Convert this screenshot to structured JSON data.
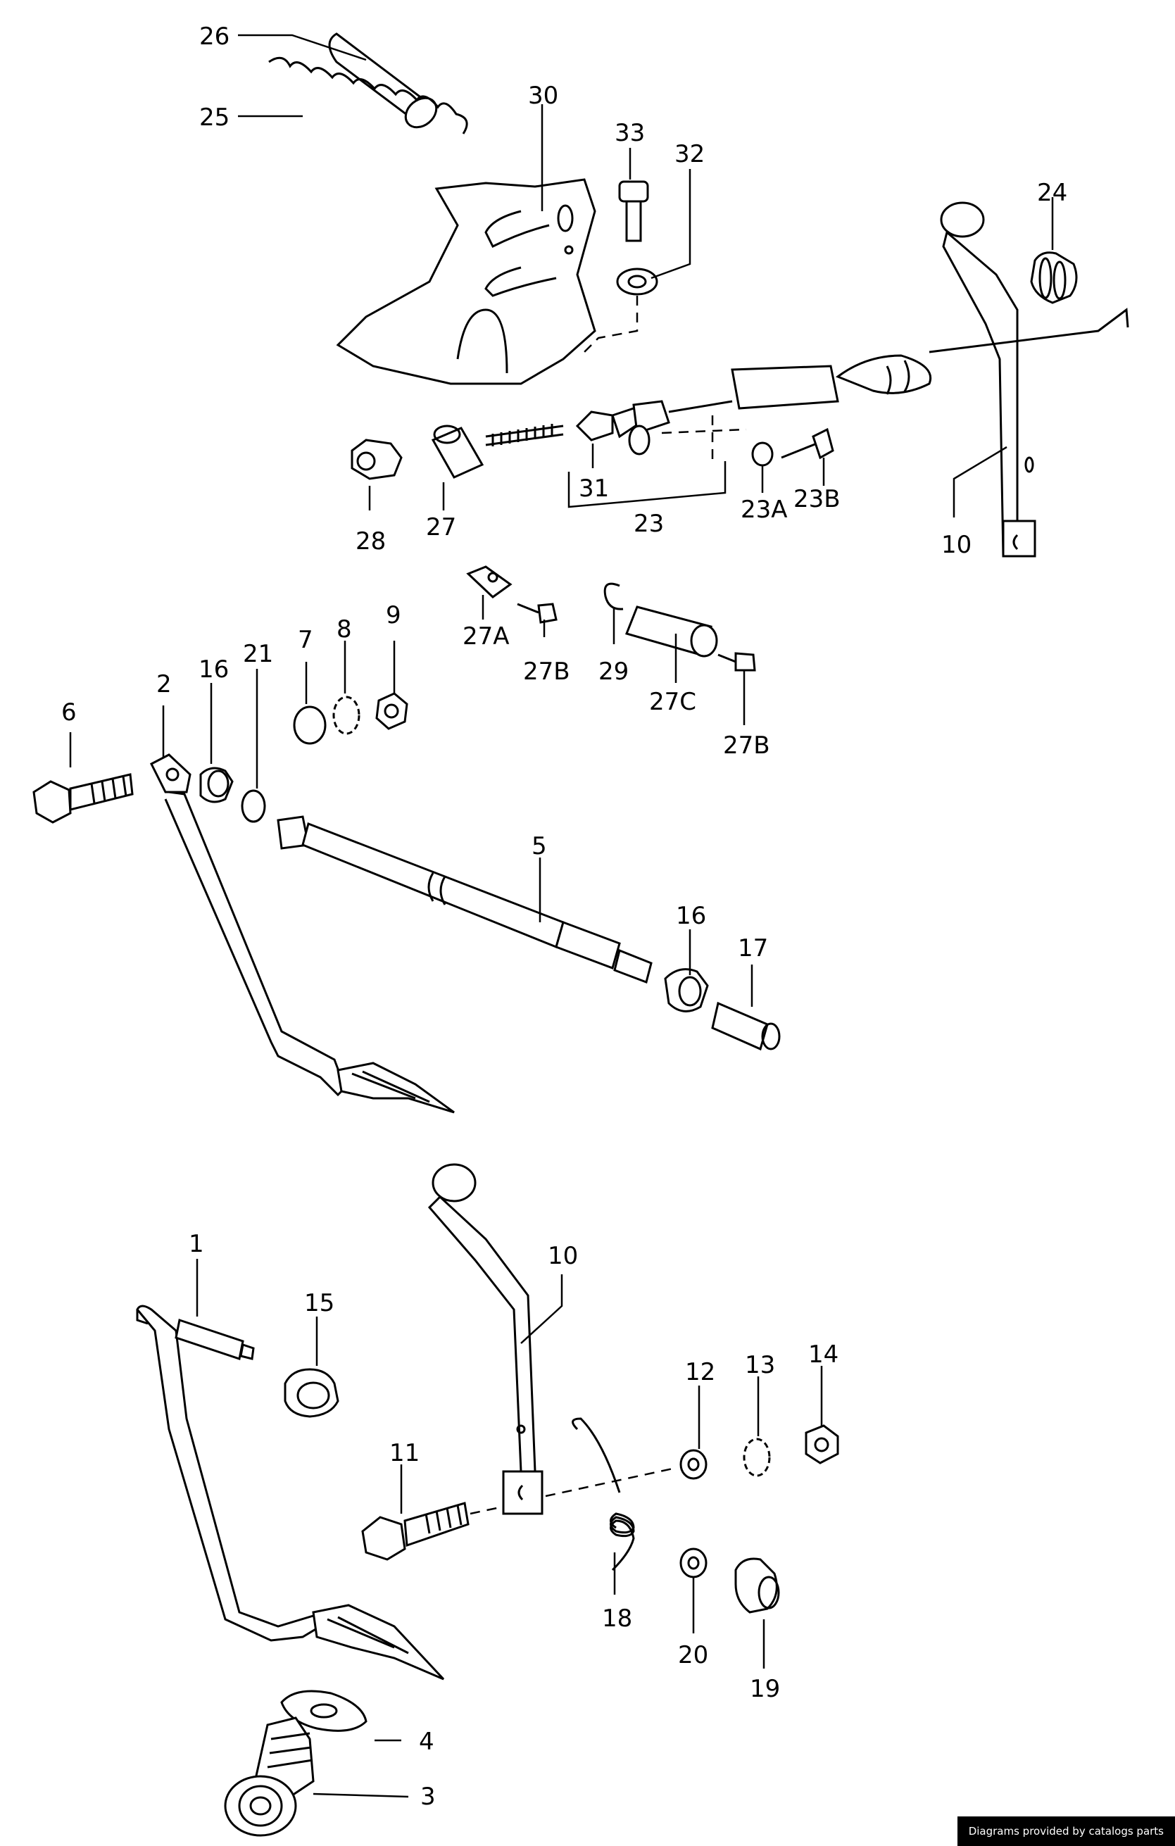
{
  "callouts": {
    "c26": "26",
    "c25": "25",
    "c30": "30",
    "c33": "33",
    "c32": "32",
    "c24": "24",
    "c28": "28",
    "c27": "27",
    "c31": "31",
    "c23": "23",
    "c23a": "23A",
    "c23b": "23B",
    "c10a": "10",
    "c27a": "27A",
    "c27b1": "27B",
    "c29": "29",
    "c27c": "27C",
    "c27b2": "27B",
    "c7": "7",
    "c8": "8",
    "c9": "9",
    "c6": "6",
    "c2": "2",
    "c16a": "16",
    "c21": "21",
    "c5": "5",
    "c16b": "16",
    "c17": "17",
    "c1": "1",
    "c15": "15",
    "c10b": "10",
    "c12": "12",
    "c13": "13",
    "c14": "14",
    "c11": "11",
    "c18": "18",
    "c20": "20",
    "c19": "19",
    "c4": "4",
    "c3": "3"
  },
  "footer": "Diagrams provided by catalogs parts"
}
